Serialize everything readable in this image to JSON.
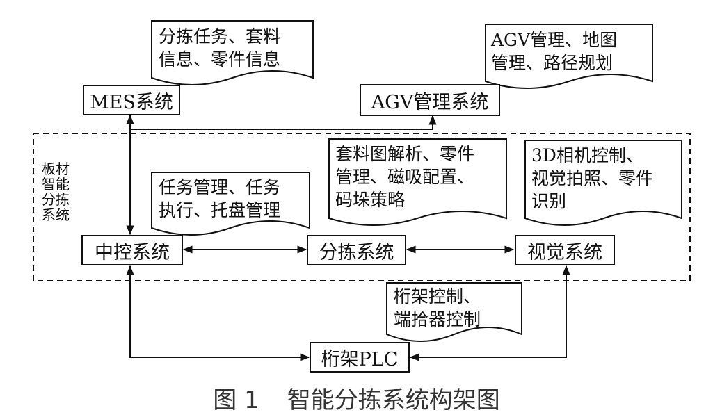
{
  "group_label": "板材\n智能\n分拣\n系统",
  "boxes": {
    "mes": "MES系统",
    "agv": "AGV管理系统",
    "central": "中控系统",
    "sorting": "分拣系统",
    "vision": "视觉系统",
    "plc": "桁架PLC"
  },
  "notes": {
    "mes": "分拣任务、套料\n信息、零件信息",
    "agv": "AGV管理、地图\n管理、路径规划",
    "central": "任务管理、任务\n执行、托盘管理",
    "sorting": "套料图解析、零件\n管理、磁吸配置、\n码垛策略",
    "vision": "3D相机控制、\n视觉拍照、零件\n识别",
    "plc": "桁架控制、\n端拾器控制"
  },
  "caption": {
    "number": "图 1",
    "title": "智能分拣系统构架图"
  }
}
